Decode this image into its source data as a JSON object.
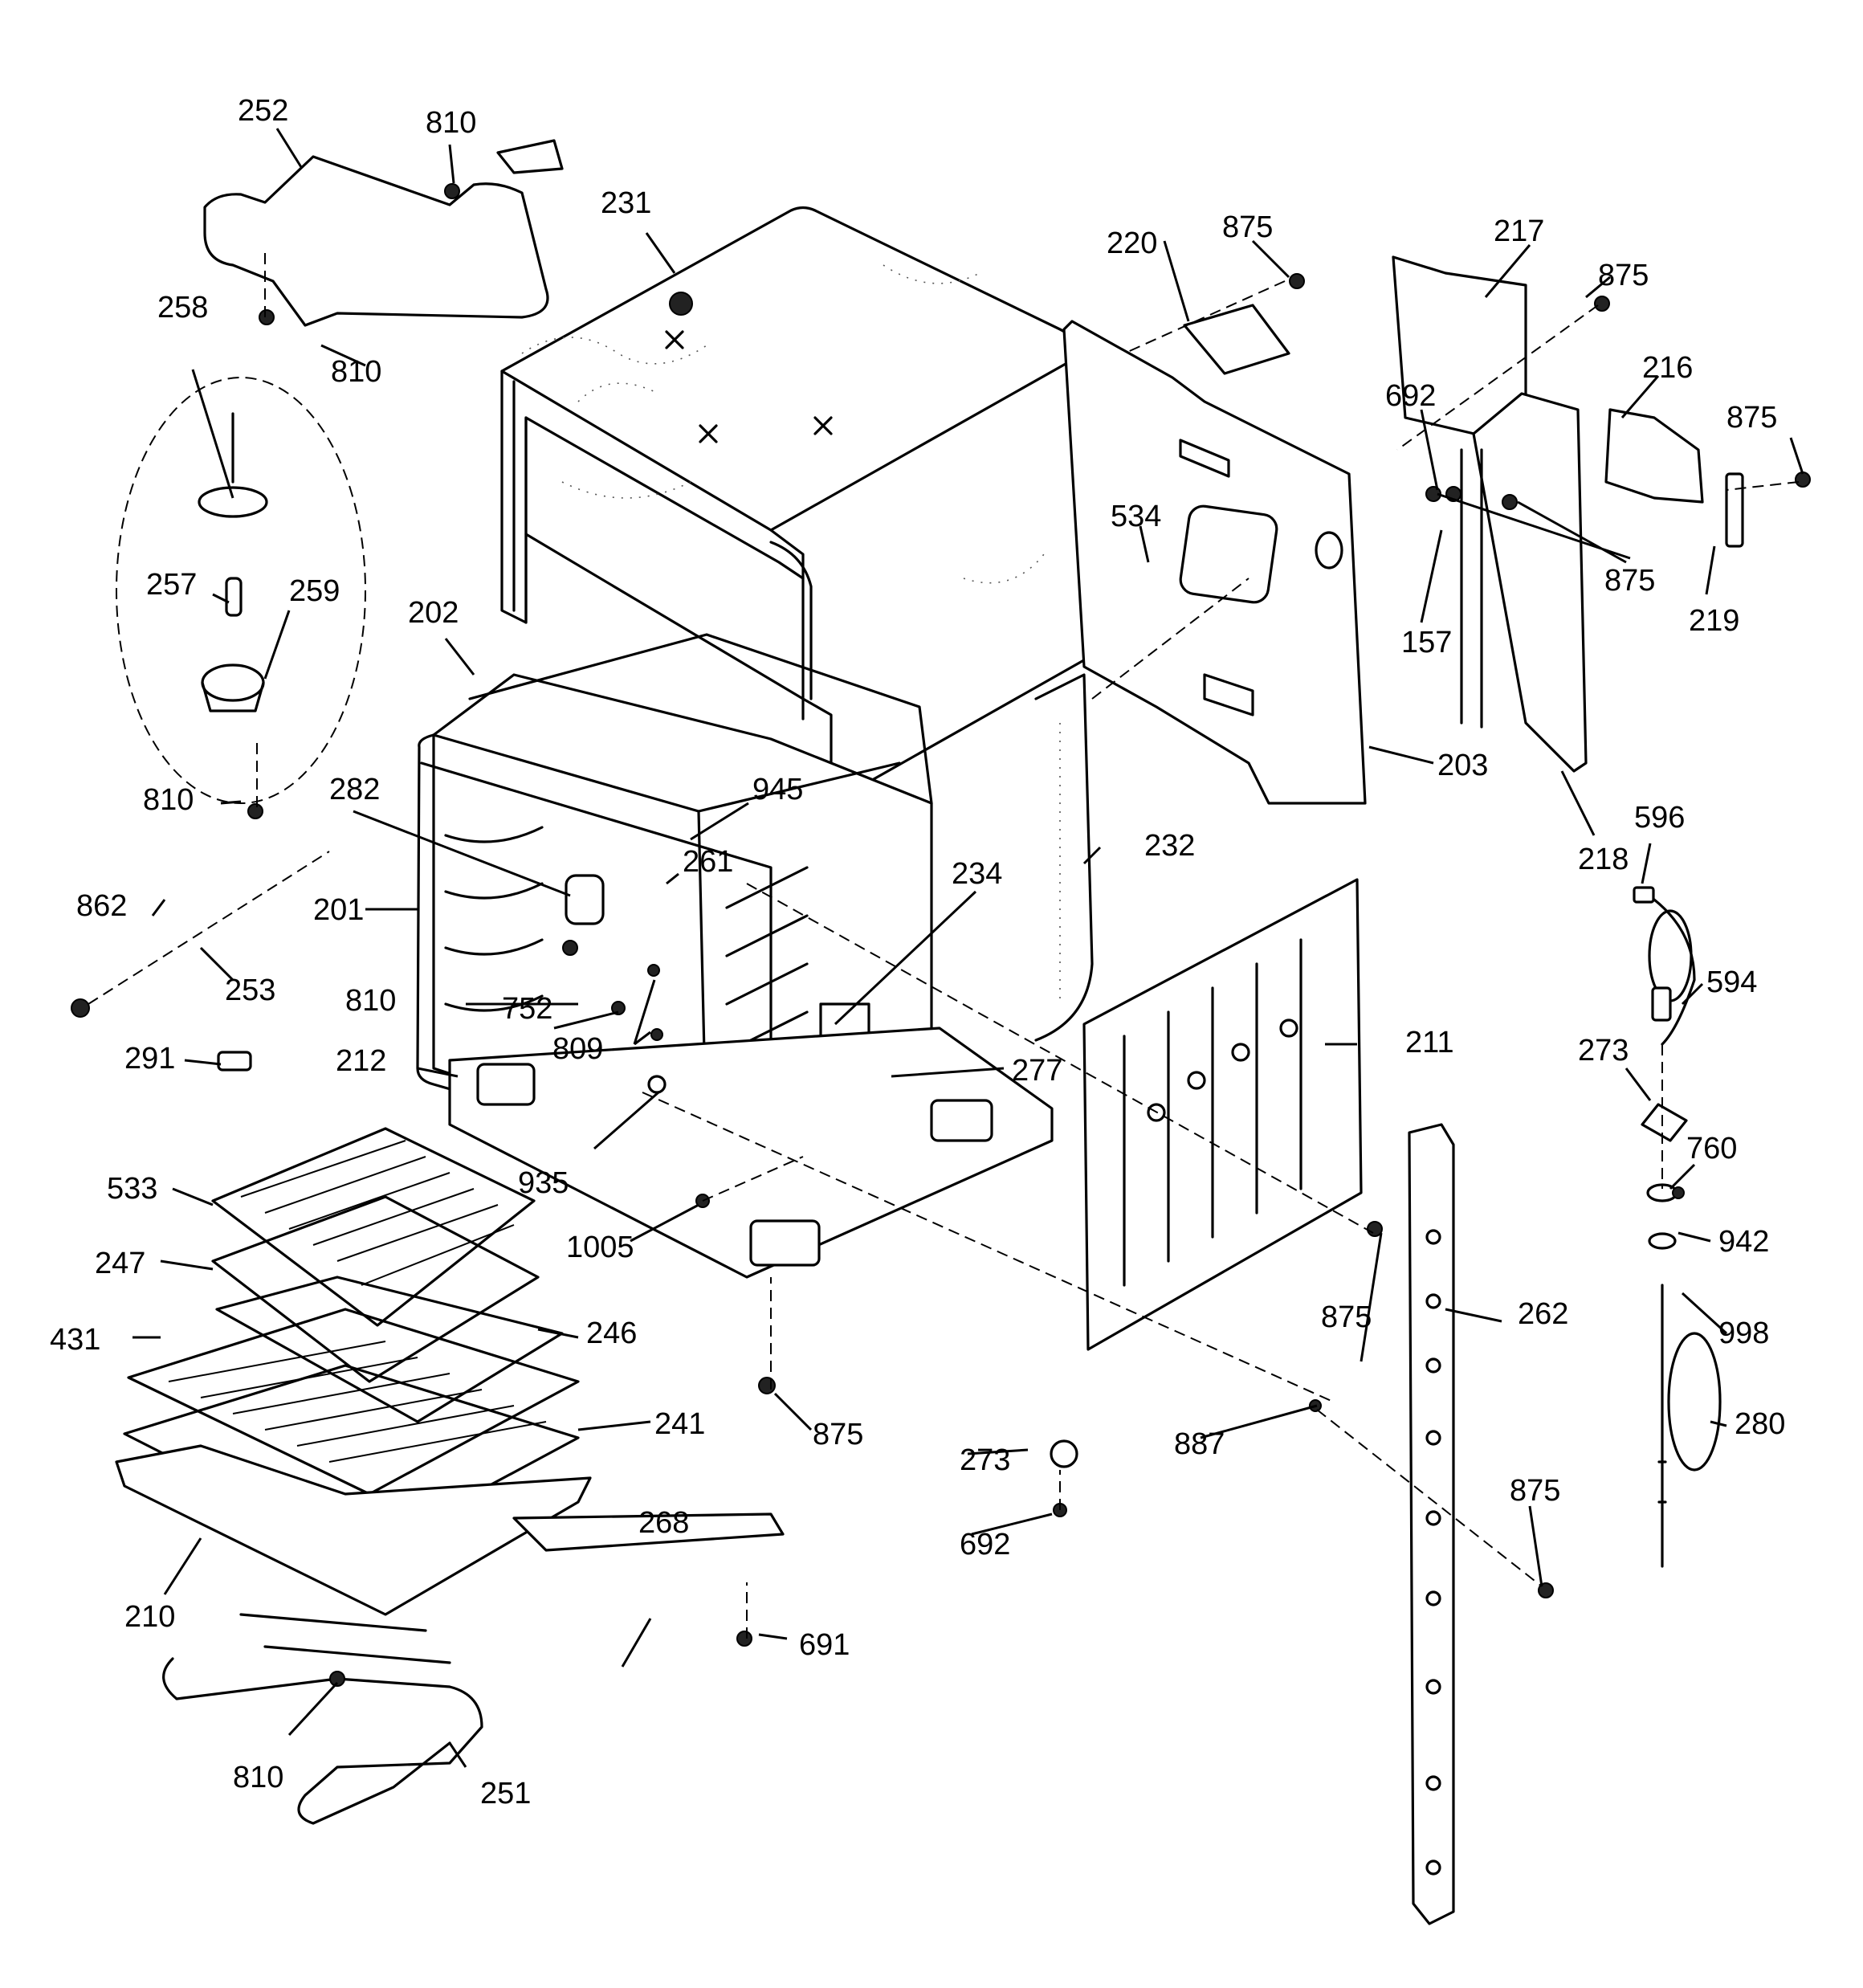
{
  "diagram": {
    "callouts": [
      {
        "id": "c252a",
        "text": "252"
      },
      {
        "id": "c810a",
        "text": "810"
      },
      {
        "id": "c810b",
        "text": "810"
      },
      {
        "id": "c231",
        "text": "231"
      },
      {
        "id": "c258",
        "text": "258"
      },
      {
        "id": "c257",
        "text": "257"
      },
      {
        "id": "c259",
        "text": "259"
      },
      {
        "id": "c810c",
        "text": "810"
      },
      {
        "id": "c202",
        "text": "202"
      },
      {
        "id": "c282",
        "text": "282"
      },
      {
        "id": "c945",
        "text": "945"
      },
      {
        "id": "c261",
        "text": "261"
      },
      {
        "id": "c234",
        "text": "234"
      },
      {
        "id": "c232",
        "text": "232"
      },
      {
        "id": "c862",
        "text": "862"
      },
      {
        "id": "c201",
        "text": "201"
      },
      {
        "id": "c253",
        "text": "253"
      },
      {
        "id": "c810d",
        "text": "810"
      },
      {
        "id": "c752",
        "text": "752"
      },
      {
        "id": "c809",
        "text": "809"
      },
      {
        "id": "c291",
        "text": "291"
      },
      {
        "id": "c212",
        "text": "212"
      },
      {
        "id": "c277",
        "text": "277"
      },
      {
        "id": "c935",
        "text": "935"
      },
      {
        "id": "c533",
        "text": "533"
      },
      {
        "id": "c247",
        "text": "247"
      },
      {
        "id": "c1005",
        "text": "1005"
      },
      {
        "id": "c431",
        "text": "431"
      },
      {
        "id": "c246",
        "text": "246"
      },
      {
        "id": "c875a",
        "text": "875"
      },
      {
        "id": "c241",
        "text": "241"
      },
      {
        "id": "c268",
        "text": "268"
      },
      {
        "id": "c210",
        "text": "210"
      },
      {
        "id": "c691",
        "text": "691"
      },
      {
        "id": "c810e",
        "text": "810"
      },
      {
        "id": "c251",
        "text": "251"
      },
      {
        "id": "c273a",
        "text": "273"
      },
      {
        "id": "c692a",
        "text": "692"
      },
      {
        "id": "c887",
        "text": "887"
      },
      {
        "id": "c875b",
        "text": "875"
      },
      {
        "id": "c262",
        "text": "262"
      },
      {
        "id": "c875c",
        "text": "875"
      },
      {
        "id": "c211",
        "text": "211"
      },
      {
        "id": "c220",
        "text": "220"
      },
      {
        "id": "c875d",
        "text": "875"
      },
      {
        "id": "c217",
        "text": "217"
      },
      {
        "id": "c875e",
        "text": "875"
      },
      {
        "id": "c216",
        "text": "216"
      },
      {
        "id": "c875f",
        "text": "875"
      },
      {
        "id": "c692b",
        "text": "692"
      },
      {
        "id": "c534",
        "text": "534"
      },
      {
        "id": "c875g",
        "text": "875"
      },
      {
        "id": "c157",
        "text": "157"
      },
      {
        "id": "c219",
        "text": "219"
      },
      {
        "id": "c203",
        "text": "203"
      },
      {
        "id": "c218",
        "text": "218"
      },
      {
        "id": "c596",
        "text": "596"
      },
      {
        "id": "c594",
        "text": "594"
      },
      {
        "id": "c273b",
        "text": "273"
      },
      {
        "id": "c760",
        "text": "760"
      },
      {
        "id": "c942",
        "text": "942"
      },
      {
        "id": "c998",
        "text": "998"
      },
      {
        "id": "c280",
        "text": "280"
      }
    ]
  }
}
